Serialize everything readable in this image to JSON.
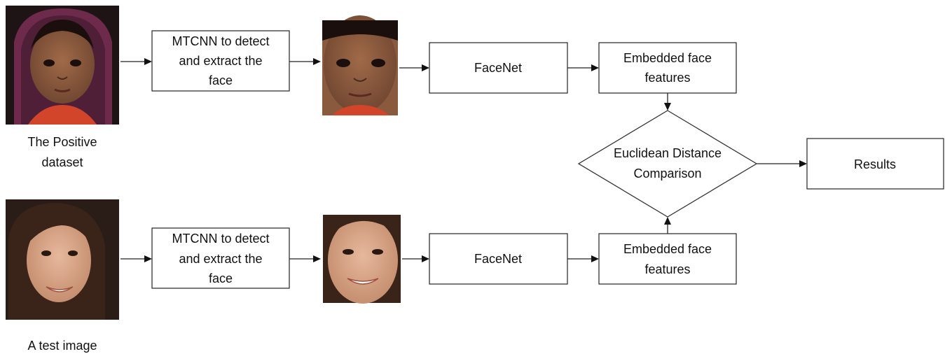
{
  "top_row": {
    "caption": [
      "The Positive",
      "dataset"
    ],
    "mtcnn_box": [
      "MTCNN to detect",
      "and extract the",
      "face"
    ],
    "facenet_box": "FaceNet",
    "embedding_box": [
      "Embedded face",
      "features"
    ]
  },
  "bottom_row": {
    "caption": "A test image",
    "mtcnn_box": [
      "MTCNN to detect",
      "and extract the",
      "face"
    ],
    "facenet_box": "FaceNet",
    "embedding_box": [
      "Embedded face",
      "features"
    ]
  },
  "comparison": [
    "Euclidean Distance",
    "Comparison"
  ],
  "results": "Results",
  "colors": {
    "child_headscarf": "#6e2a4a",
    "child_skin": "#8a5a3e",
    "child_shirt": "#d2452a",
    "woman_hair": "#3a2318",
    "woman_skin": "#d8a688",
    "woman_background": "#2a1c16",
    "box_stroke": "#333333"
  }
}
